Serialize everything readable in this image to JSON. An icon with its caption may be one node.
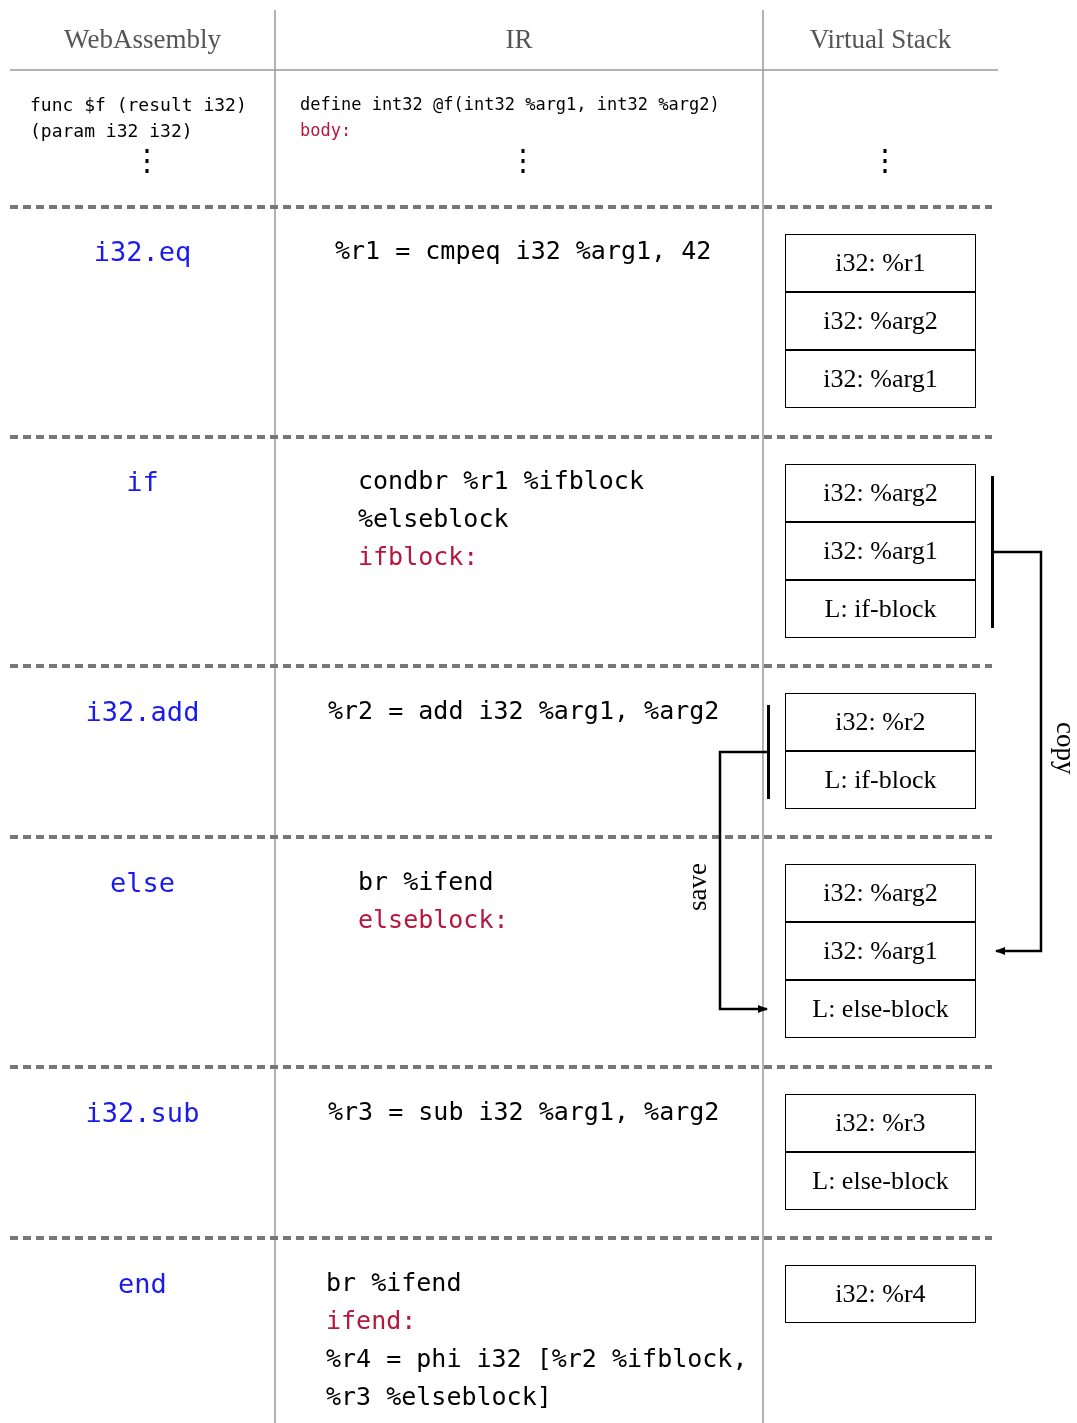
{
  "diagram": {
    "nodes": [
      {
        "text": [
          "i32: %r1"
        ]
      },
      {
        "text": [
          "i32: %arg2"
        ]
      },
      {
        "text": [
          "i32: %arg1"
        ]
      },
      {
        "text": [
          "i32: %arg2"
        ]
      },
      {
        "text": [
          "i32: %arg1"
        ]
      },
      {
        "text": [
          "L: if-block"
        ]
      },
      {
        "text": [],
        "shape": "bar"
      },
      {
        "text": [],
        "shape": "bar"
      },
      {
        "text": [
          "i32: %r2"
        ]
      },
      {
        "text": [
          "L: if-block"
        ]
      },
      {
        "text": [
          "i32: %arg2"
        ]
      },
      {
        "text": [
          "i32: %arg1"
        ]
      },
      {
        "text": [
          "L: else-block"
        ]
      },
      {
        "text": [
          "i32: %r3"
        ]
      },
      {
        "text": [
          "L: else-block"
        ]
      },
      {
        "text": [
          "i32: %r4"
        ]
      }
    ],
    "edges": [
      {
        "from": 6,
        "to": 11,
        "arrow": "to",
        "label": "copy"
      },
      {
        "from": 7,
        "to": 12,
        "arrow": "to",
        "label": "save"
      }
    ],
    "labels": [
      "WebAssembly",
      "IR",
      "Virtual Stack",
      "func $f (result i32) (param i32 i32)",
      "define int32 @f(int32 %arg1, int32 %arg2)",
      "body:",
      "⋮",
      "⋮",
      "⋮",
      "i32.eq",
      "%r1 = cmpeq i32 %arg1, 42",
      "if",
      "condbr %r1 %ifblock %elseblock",
      "ifblock:",
      "i32.add",
      "%r2 = add i32 %arg1, %arg2",
      "else",
      "br %ifend",
      "elseblock:",
      "i32.sub",
      "%r3 = sub i32 %arg1, %arg2",
      "end",
      "br %ifend",
      "ifend:",
      "%r4 = phi i32 [%r2 %ifblock, %r3 %elseblock]"
    ]
  }
}
